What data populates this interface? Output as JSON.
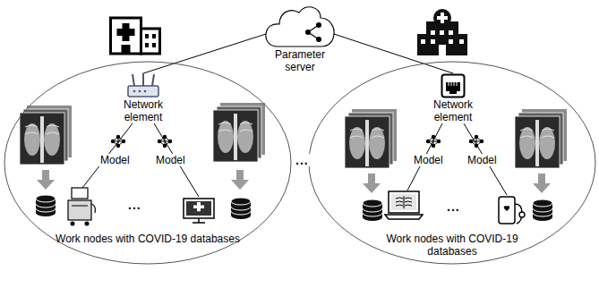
{
  "diagram": {
    "nodes": [
      {
        "text": [
          "Parameter server"
        ]
      },
      {
        "text": [
          "Work nodes with COVID-19 databases"
        ]
      },
      {
        "text": [
          "Network element"
        ],
        "in": 1
      },
      {
        "text": [
          "Work nodes with COVID-19 databases"
        ]
      },
      {
        "text": [
          "Network element"
        ],
        "in": 3
      }
    ],
    "edges": [
      {
        "from": 0,
        "to": 2,
        "arrow": "none"
      },
      {
        "from": 0,
        "to": 4,
        "arrow": "none"
      }
    ],
    "labels": [
      "Model",
      "Model",
      "Model",
      "Model",
      "...",
      "...",
      "..."
    ]
  }
}
